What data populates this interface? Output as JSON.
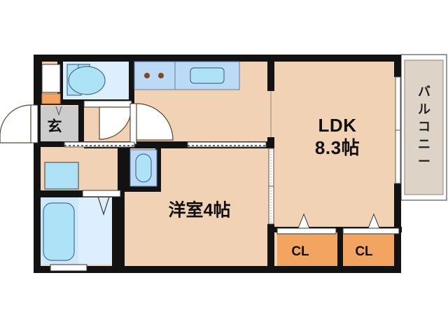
{
  "document": {
    "type": "floor-plan",
    "title": "間取り図",
    "background_color": "#ffffff"
  },
  "palette": {
    "wall": "#121212",
    "room_floor": "#f2d2b4",
    "closet_floor": "#f3a460",
    "balcony_floor": "#ddd3c6",
    "entry_floor": "#cccccc",
    "wet_floor": "#ddeeff",
    "fixture": "#aee3f7",
    "counter": "#bcd9f5",
    "burner": "#7a4a20"
  },
  "rooms": [
    {
      "id": "ldk",
      "name": "ldk-room",
      "label_line1": "LDK",
      "label_line2": "8.3帖",
      "floor": "room"
    },
    {
      "id": "bedroom",
      "name": "western-room",
      "label": "洋室4帖",
      "floor": "room"
    },
    {
      "id": "closet_left",
      "name": "closet-left",
      "label": "CL",
      "floor": "closet"
    },
    {
      "id": "closet_right",
      "name": "closet-right",
      "label": "CL",
      "floor": "closet"
    },
    {
      "id": "balcony",
      "name": "balcony",
      "label": "バルコニー",
      "floor": "balcony"
    },
    {
      "id": "entrance",
      "name": "entrance-genkan",
      "label": "玄",
      "floor": "entry"
    },
    {
      "id": "toilet",
      "name": "toilet-room",
      "label": "",
      "floor": "wet"
    },
    {
      "id": "washroom",
      "name": "washroom",
      "label": "",
      "floor": "room"
    },
    {
      "id": "bath",
      "name": "bathroom",
      "label": "",
      "floor": "wet"
    },
    {
      "id": "kitchen",
      "name": "kitchen-corridor",
      "label": "",
      "floor": "room"
    }
  ],
  "labels": {
    "ldk_line1": "LDK",
    "ldk_line2": "8.3帖",
    "bedroom": "洋室4帖",
    "closet_left": "CL",
    "closet_right": "CL",
    "entrance": "玄",
    "balcony_chars": [
      "バ",
      "ル",
      "コ",
      "ニ",
      "ー"
    ]
  },
  "fixtures": [
    {
      "name": "toilet-bowl",
      "room": "toilet"
    },
    {
      "name": "toilet-tank",
      "room": "toilet"
    },
    {
      "name": "kitchen-sink",
      "room": "kitchen"
    },
    {
      "name": "stove-burner",
      "room": "kitchen",
      "count": 2
    },
    {
      "name": "kitchen-counter",
      "room": "kitchen"
    },
    {
      "name": "washing-machine-space",
      "room": "washroom"
    },
    {
      "name": "vanity-basin",
      "room": "washroom"
    },
    {
      "name": "bathtub",
      "room": "bath"
    },
    {
      "name": "shoe-box",
      "room": "entrance"
    },
    {
      "name": "meter-box",
      "room": "entrance"
    }
  ],
  "openings": [
    {
      "name": "entrance-door",
      "kind": "swing"
    },
    {
      "name": "toilet-door",
      "kind": "swing"
    },
    {
      "name": "kitchen-door",
      "kind": "swing"
    },
    {
      "name": "bathroom-door",
      "kind": "folding"
    },
    {
      "name": "bedroom-sliding-door",
      "kind": "sliding"
    },
    {
      "name": "ldk-balcony-window",
      "kind": "sliding"
    },
    {
      "name": "bedroom-window",
      "kind": "sliding"
    },
    {
      "name": "washroom-window",
      "kind": "sliding"
    },
    {
      "name": "bath-window",
      "kind": "sliding"
    },
    {
      "name": "closet-left-door",
      "kind": "folding"
    },
    {
      "name": "closet-right-door",
      "kind": "folding"
    }
  ]
}
